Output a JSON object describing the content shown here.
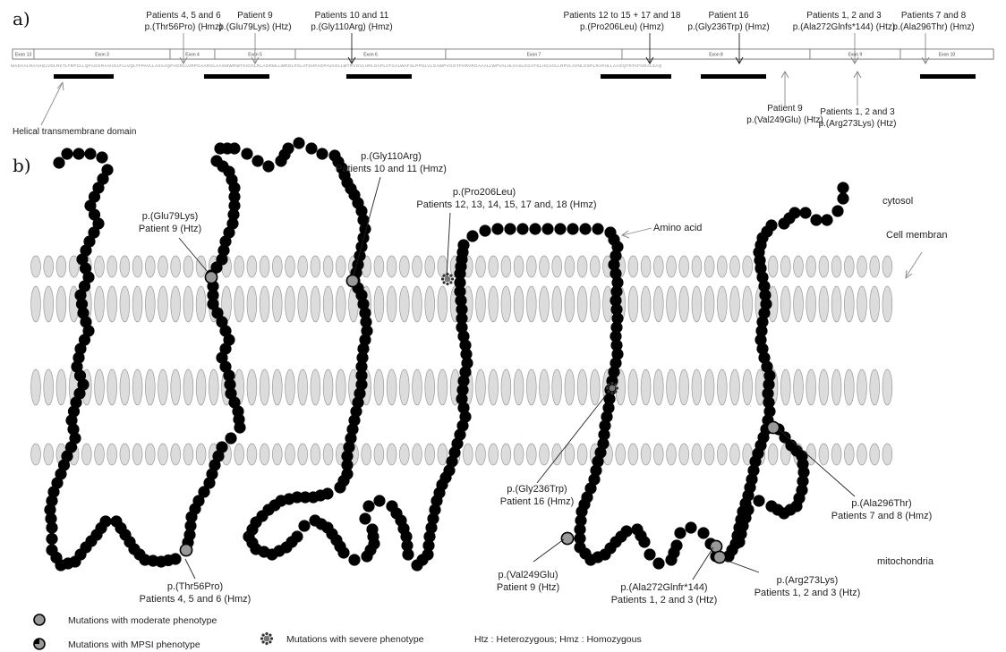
{
  "panels": {
    "a": "a)",
    "b": "b)"
  },
  "exons": [
    {
      "label": "Exon 13"
    },
    {
      "label": "Exon 3"
    },
    {
      "label": "Exon 4"
    },
    {
      "label": "Exon 5"
    },
    {
      "label": "Exon 6"
    },
    {
      "label": "Exon 7"
    },
    {
      "label": "Exon 8"
    },
    {
      "label": "Exon 9"
    },
    {
      "label": "Exon 10"
    }
  ],
  "sequence": "MADAALRAAHGLVDLRKTLTRPCLLQFAGGRAAHGLFLLVQLTFPAVLLASAAQFHGRLLVRPGAARGLAASMWRWTSIGGLRLAGRMLLWRGLPSLATSHFAGPAVAGLLMTRVGVLHRLGAPLVTGALWAFSLPPGLVLGAWPVGGTFHRVRGAAALLWPVALHLVASLGGATSLHGAGLLRPVLAVNLGSPLRAFHLLAAGQTRTAFGRALSAQ",
  "helical_label": "Helical transmembrane domain",
  "top_mutations": [
    {
      "line1": "Patients 4, 5 and 6",
      "line2": "p.(Thr56Pro) (Hmz)"
    },
    {
      "line1": "Patient 9",
      "line2": "p.(Glu79Lys) (Htz)"
    },
    {
      "line1": "Patients 10 and 11",
      "line2": "p.(Gly110Arg) (Hmz)"
    },
    {
      "line1": "Patients 12 to 15 + 17 and 18",
      "line2": "p.(Pro206Leu) (Hmz)"
    },
    {
      "line1": "Patient 16",
      "line2": "p.(Gly236Trp) (Hmz)"
    },
    {
      "line1": "Patients 1, 2 and 3",
      "line2": "p.(Ala272Glnfs*144) (Htz)"
    },
    {
      "line1": "Patients 7 and 8",
      "line2": "p.(Ala296Thr) (Hmz)"
    }
  ],
  "bottom_mutations": [
    {
      "line1": "Patient 9",
      "line2": "p.(Val249Glu) (Htz)"
    },
    {
      "line1": "Patients 1, 2 and 3",
      "line2": "p.(Arg273Lys) (Htz)"
    }
  ],
  "b_annotations": {
    "glu79": {
      "line1": "p.(Glu79Lys)",
      "line2": "Patient 9 (Htz)"
    },
    "gly110": {
      "line1": "p.(Gly110Arg)",
      "line2": "Patients 10 and 11 (Hmz)"
    },
    "pro206": {
      "line1": "p.(Pro206Leu)",
      "line2": "Patients 12, 13, 14, 15, 17 and, 18 (Hmz)"
    },
    "thr56": {
      "line1": "p.(Thr56Pro)",
      "line2": "Patients 4, 5 and 6 (Hmz)"
    },
    "gly236": {
      "line1": "p.(Gly236Trp)",
      "line2": "Patient 16 (Hmz)"
    },
    "val249": {
      "line1": "p.(Val249Glu)",
      "line2": "Patient 9 (Htz)"
    },
    "ala272": {
      "line1": "p.(Ala272Glnfr*144)",
      "line2": "Patients 1, 2 and 3 (Htz)"
    },
    "arg273": {
      "line1": "p.(Arg273Lys)",
      "line2": "Patients 1, 2 and 3 (Htz)"
    },
    "ala296": {
      "line1": "p.(Ala296Thr)",
      "line2": "Patients 7 and 8 (Hmz)"
    }
  },
  "region_labels": {
    "amino_acid": "Amino acid",
    "cytosol": "cytosol",
    "membrane": "Cell membran",
    "mitochondria": "mitochondria"
  },
  "legend": {
    "moderate": "Mutations with moderate phenotype",
    "mpsi": "Mutations with MPSI phenotype",
    "severe": "Mutations with severe phenotype",
    "abbrev": "Htz : Heterozygous; Hmz : Homozygous"
  },
  "colors": {
    "residue": "#000000",
    "mutation": "#999999",
    "lipid_fill": "#dcdcdc",
    "lipid_stroke": "#9a9a9a",
    "domain_bar": "#000000"
  }
}
